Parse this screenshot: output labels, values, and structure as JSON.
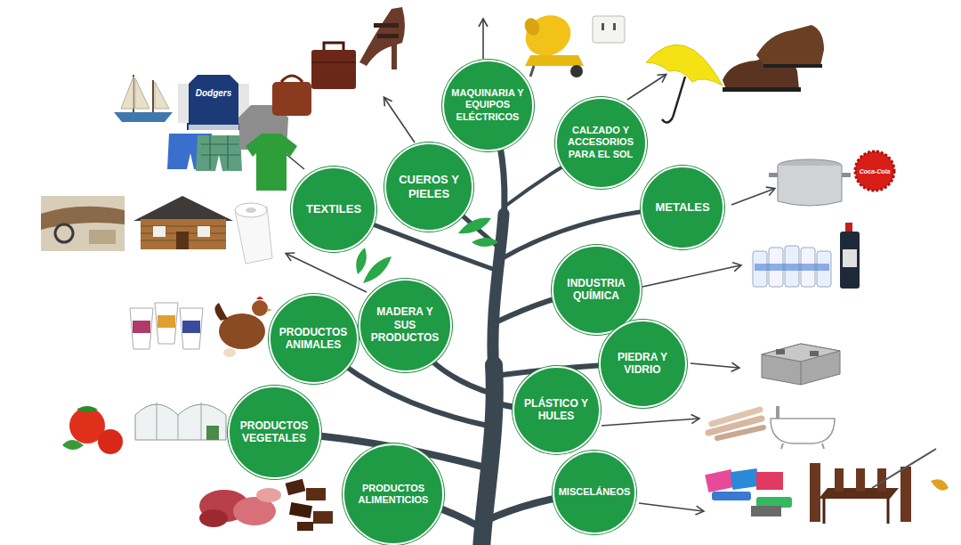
{
  "diagram": {
    "nodes": [
      {
        "text": [
          "MAQUINARIA Y EQUIPOS ELÉCTRICOS"
        ]
      },
      {
        "text": [
          "CALZADO Y ACCESORIOS PARA EL SOL"
        ]
      },
      {
        "text": [
          "CUEROS Y PIELES"
        ]
      },
      {
        "text": [
          "TEXTILES"
        ]
      },
      {
        "text": [
          "METALES"
        ]
      },
      {
        "text": [
          "INDUSTRIA QUÍMICA"
        ]
      },
      {
        "text": [
          "MADERA Y SUS PRODUCTOS"
        ]
      },
      {
        "text": [
          "PRODUCTOS ANIMALES"
        ]
      },
      {
        "text": [
          "PIEDRA Y VIDRIO"
        ]
      },
      {
        "text": [
          "PLÁSTICO Y HULES"
        ]
      },
      {
        "text": [
          "PRODUCTOS VEGETALES"
        ]
      },
      {
        "text": [
          "PRODUCTOS ALIMENTICIOS"
        ]
      },
      {
        "text": [
          "MISCELÁNEOS"
        ]
      }
    ],
    "labels": [
      "Dodgers",
      "Coca-Cola"
    ]
  }
}
